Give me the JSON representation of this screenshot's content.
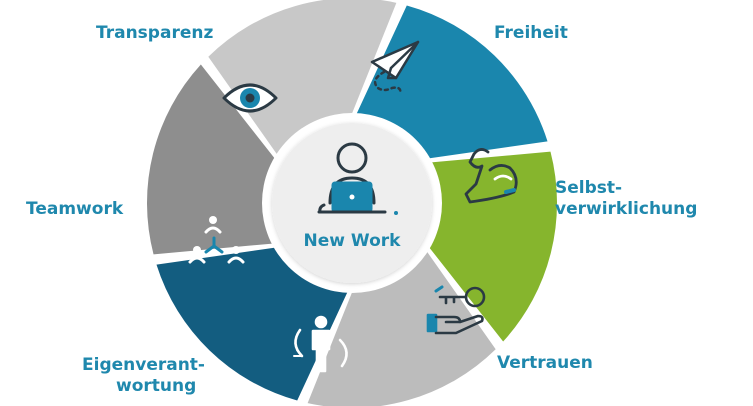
{
  "center": {
    "label": "New Work"
  },
  "segments": [
    {
      "key": "freiheit",
      "lines": [
        "Freiheit"
      ],
      "icon": "paper-plane-icon",
      "fill": "#1a86ad"
    },
    {
      "key": "selbst",
      "lines": [
        "Selbst-",
        "verwirklichung"
      ],
      "icon": "flexed-arm-icon",
      "fill": "#86b52d"
    },
    {
      "key": "vertrauen",
      "lines": [
        "Vertrauen"
      ],
      "icon": "key-in-hand-icon",
      "fill": "#bcbcbc"
    },
    {
      "key": "eigen",
      "lines": [
        "Eigenverant-",
        "wortung"
      ],
      "icon": "person-cycle-icon",
      "fill": "#135d80"
    },
    {
      "key": "teamwork",
      "lines": [
        "Teamwork"
      ],
      "icon": "team-network-icon",
      "fill": "#8e8e8e"
    },
    {
      "key": "transparenz",
      "lines": [
        "Transparenz"
      ],
      "icon": "eye-icon",
      "fill": "#c8c8c8"
    }
  ],
  "colors": {
    "label_text": "#1f88ad",
    "icon_dark": "#2b3a44",
    "icon_accent": "#1a86ad",
    "icon_light": "#ffffff",
    "center_fill": "#eeeeee",
    "center_ring": "#ffffff"
  },
  "center_icon": "person-at-laptop-icon"
}
